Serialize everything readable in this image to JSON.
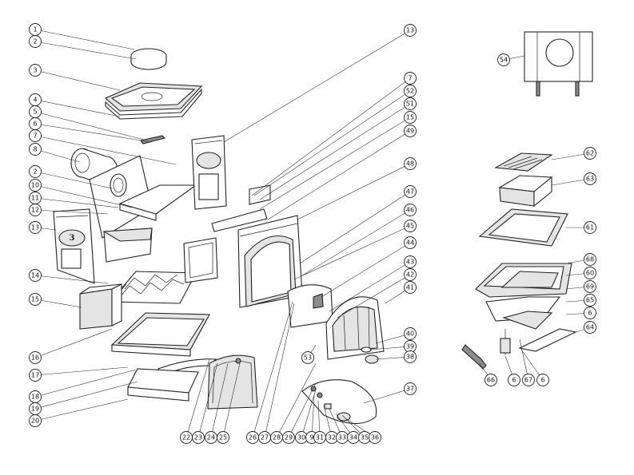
{
  "callouts": [
    "1",
    "2",
    "3",
    "4",
    "5",
    "6",
    "7",
    "8",
    "2",
    "10",
    "11",
    "12",
    "13",
    "14",
    "15",
    "16",
    "17",
    "18",
    "19",
    "20",
    "22",
    "23",
    "24",
    "25",
    "26",
    "27",
    "28",
    "29",
    "30",
    "9",
    "31",
    "32",
    "33",
    "34",
    "35",
    "36",
    "13",
    "7",
    "52",
    "51",
    "15",
    "49",
    "48",
    "47",
    "46",
    "45",
    "44",
    "43",
    "42",
    "41",
    "40",
    "39",
    "38",
    "53",
    "37",
    "54",
    "62",
    "63",
    "61",
    "68",
    "60",
    "69",
    "65",
    "6",
    "64",
    "66",
    "6",
    "67",
    "6"
  ]
}
